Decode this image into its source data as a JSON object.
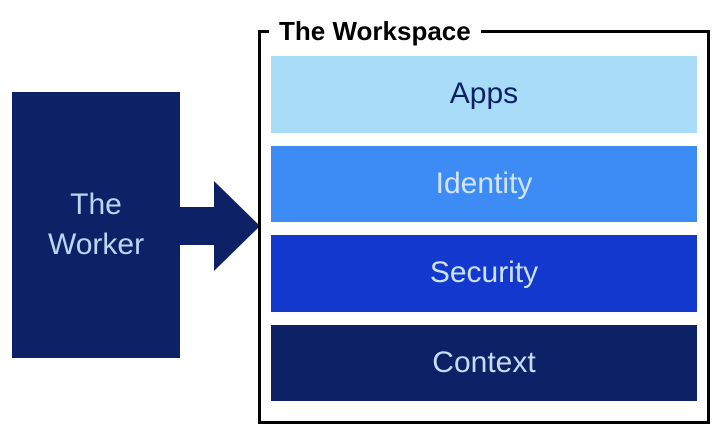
{
  "worker": {
    "lines": [
      "The",
      "Worker"
    ]
  },
  "arrow": {
    "direction": "right"
  },
  "workspace": {
    "title": "The Workspace",
    "layers": [
      {
        "label": "Apps",
        "bg": "#A9DCF8",
        "fg": "#0D2167"
      },
      {
        "label": "Identity",
        "bg": "#3D8BF4",
        "fg": "#D2E4FA"
      },
      {
        "label": "Security",
        "bg": "#1238CE",
        "fg": "#CCE0F8"
      },
      {
        "label": "Context",
        "bg": "#0D2167",
        "fg": "#C6DCF5"
      }
    ]
  },
  "colors": {
    "navy": "#0D2167",
    "border": "#000000",
    "background": "#FFFFFF",
    "worker_text": "#B9D7F3"
  }
}
